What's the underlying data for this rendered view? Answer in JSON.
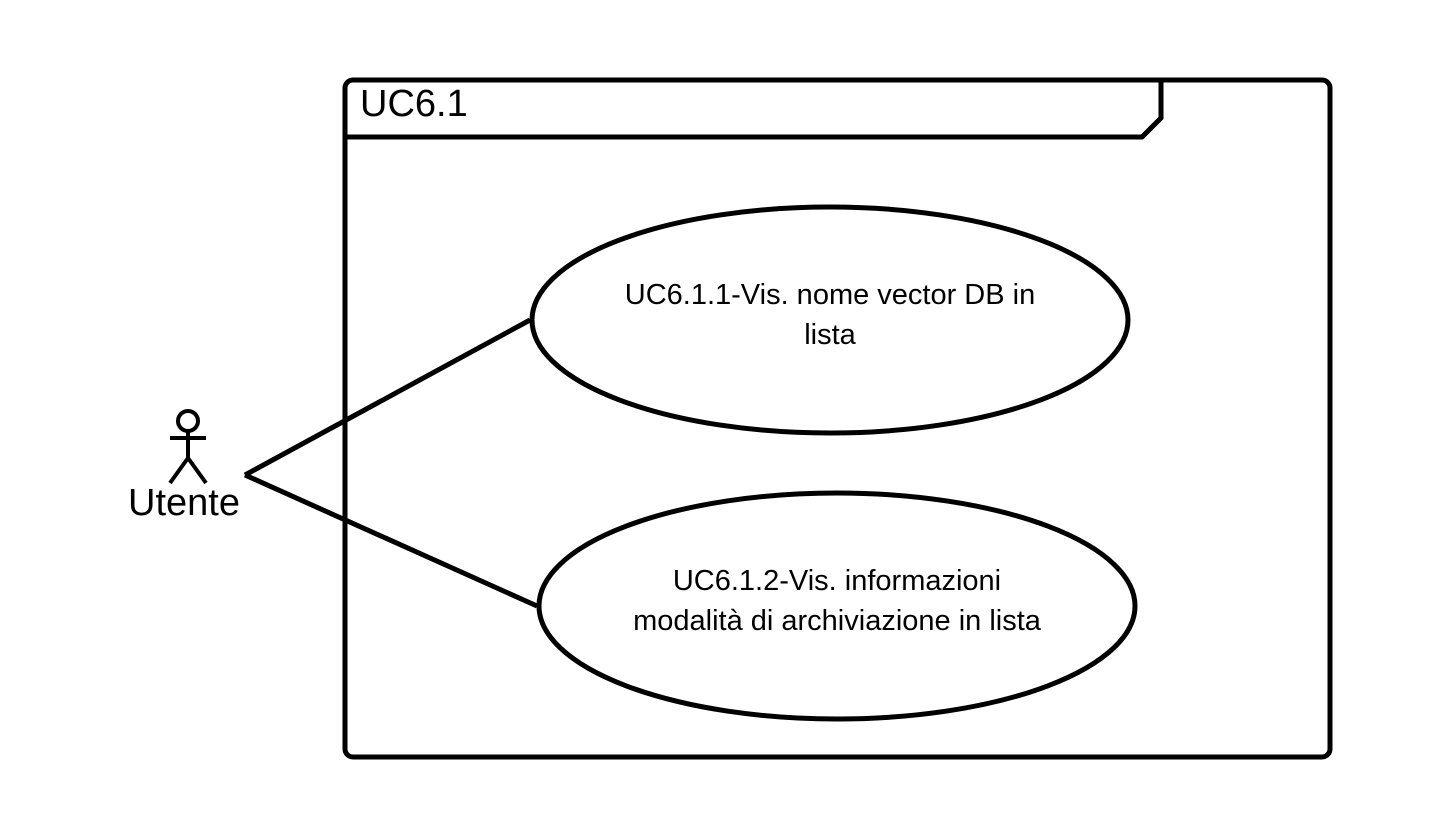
{
  "frame": {
    "title": "UC6.1"
  },
  "actor": {
    "name": "Utente"
  },
  "use_cases": [
    {
      "line1": "UC6.1.1-Vis. nome vector DB in",
      "line2": "lista"
    },
    {
      "line1": "UC6.1.2-Vis. informazioni",
      "line2": "modalità di archiviazione  in lista"
    }
  ]
}
